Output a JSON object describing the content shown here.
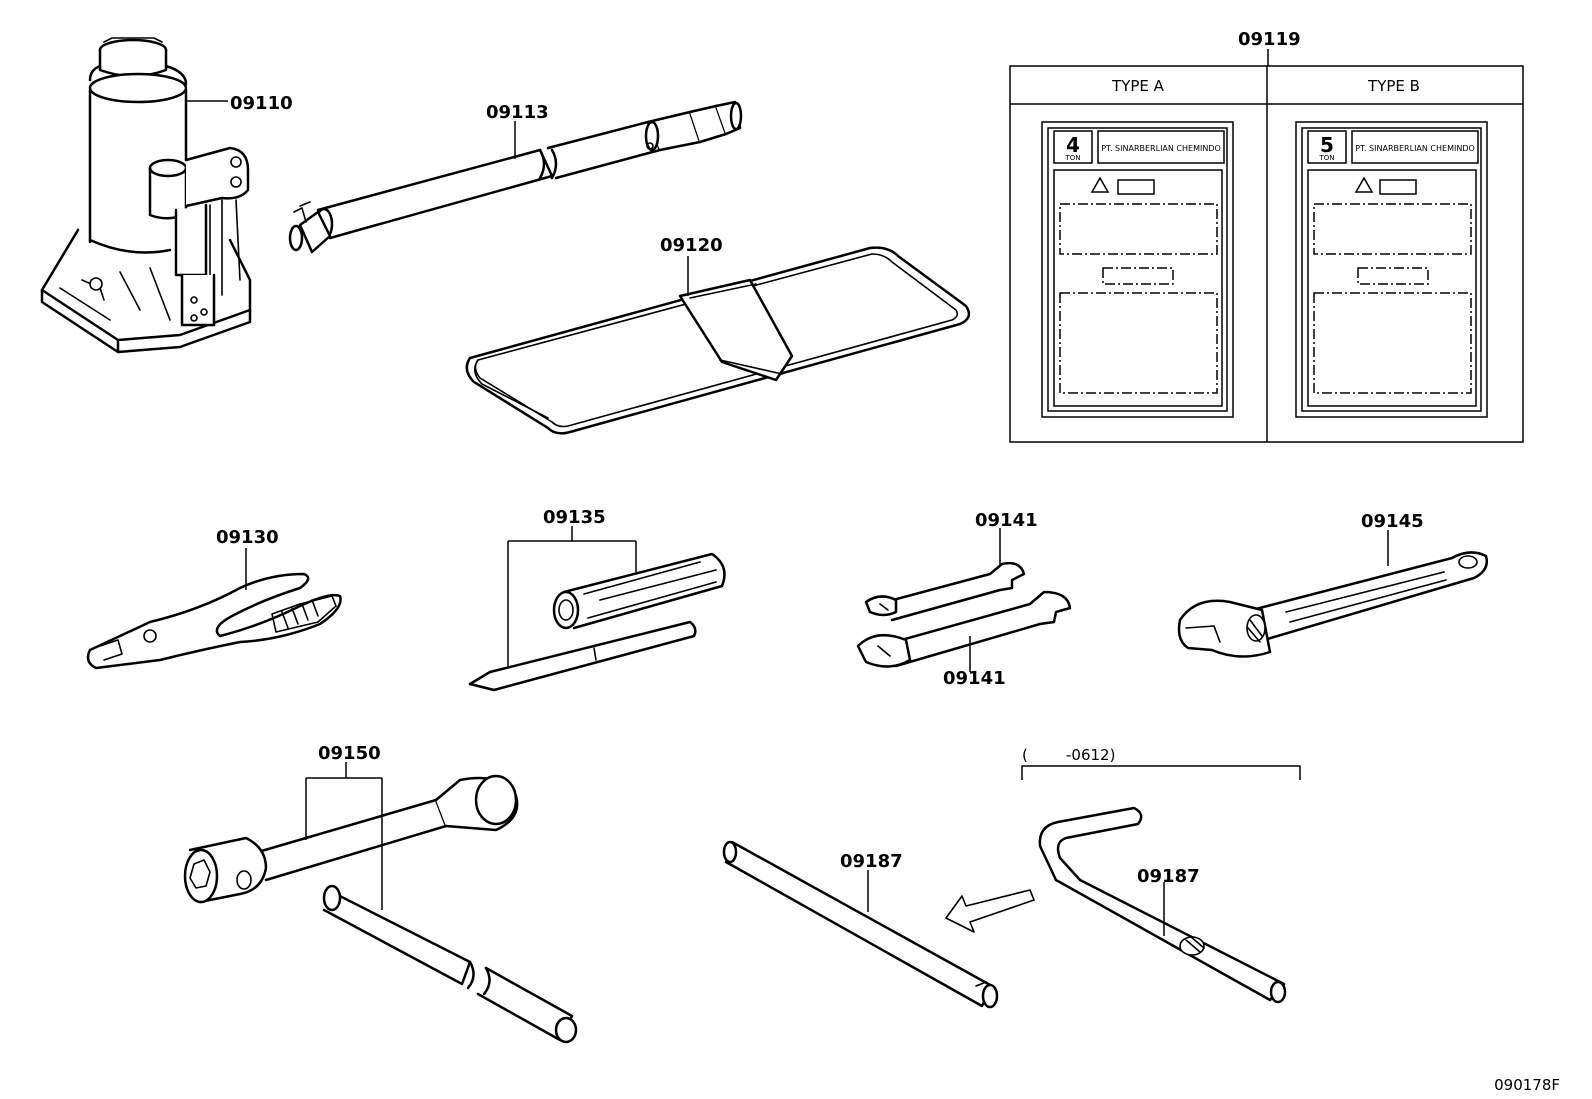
{
  "parts": {
    "jack": "09110",
    "jack_handle": "09113",
    "tool_bag": "09120",
    "caution_label": "09119",
    "pliers": "09130",
    "screwdriver": "09135",
    "wrench_upper": "09141",
    "wrench_lower": "09141",
    "adjustable_wrench": "09145",
    "lug_wrench": "09150",
    "bar_straight": "09187",
    "bar_bent": "09187"
  },
  "label_panel": {
    "type_a": {
      "header": "TYPE A",
      "capacity": "4",
      "unit": "TON",
      "maker": "PT. SINARBERLIAN CHEMINDO"
    },
    "type_b": {
      "header": "TYPE B",
      "capacity": "5",
      "unit": "TON",
      "maker": "PT. SINARBERLIAN CHEMINDO"
    }
  },
  "date_range": "(        -0612)",
  "ref_code": "090178F"
}
